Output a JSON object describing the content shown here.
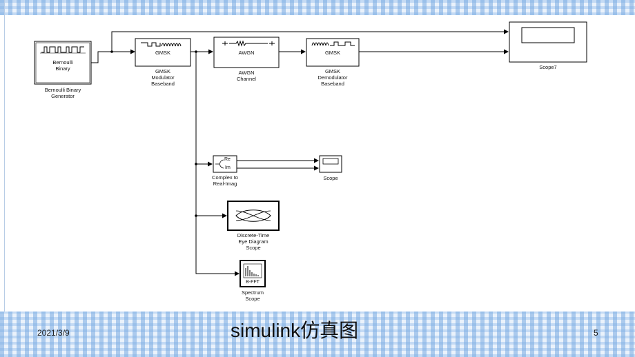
{
  "blocks": {
    "bernoulli": {
      "inner": "Bernoulli\nBinary",
      "label": "Bernoulli Binary\nGenerator"
    },
    "gmsk_mod": {
      "inner": "GMSK",
      "label": "GMSK\nModulator\nBaseband"
    },
    "awgn": {
      "inner": "AWGN",
      "label": "AWGN\nChannel"
    },
    "gmsk_demod": {
      "inner": "GMSK",
      "label": "GMSK\nDemodulator\nBaseband"
    },
    "scope7": {
      "label": "Scope7"
    },
    "complex": {
      "port_re": "Re",
      "port_im": "Im",
      "label": "Complex to\nReal-Imag"
    },
    "scope": {
      "label": "Scope"
    },
    "eye": {
      "label": "Discrete-Time\nEye Diagram\nScope"
    },
    "spectrum": {
      "inner": "B-FFT",
      "label": "Spectrum\nScope"
    }
  },
  "footer": {
    "date": "2021/3/9",
    "title": "simulink仿真图",
    "page": "5"
  },
  "colors": {
    "band": "#eaf2fb",
    "line": "#000000"
  }
}
